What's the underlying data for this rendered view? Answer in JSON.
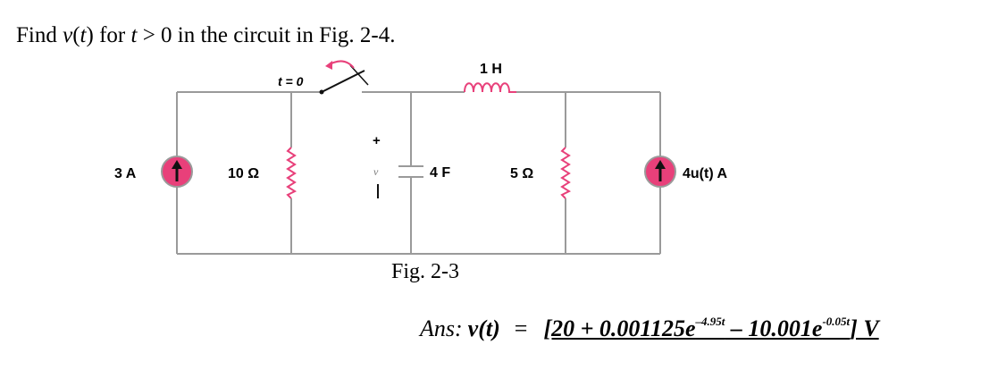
{
  "question": {
    "text_find": "Find",
    "func": "v",
    "paren_open": "(",
    "var_t": "t",
    "paren_close": ")",
    "text_mid": "for",
    "var_t2": "t",
    "text_end": "> 0 in the circuit in Fig. 2-4."
  },
  "circuit": {
    "switch_label": "t = 0",
    "inductor_label": "1 H",
    "source_left_label": "3 A",
    "resistor1_label": "10 Ω",
    "plus_sign": "+",
    "voltage_label": "v",
    "minus_sign": "–",
    "capacitor_label": "4 F",
    "resistor2_label": "5 Ω",
    "source_right_label": "4u(t) A",
    "colors": {
      "source_fill": "#e8407a",
      "component": "#e8407a",
      "wire": "#9a9a9a"
    }
  },
  "caption": "Fig. 2-3",
  "answer": {
    "label": "Ans:",
    "lhs": "v(t)",
    "equals": "=",
    "expr_a": "[20 + 0.001125e",
    "exp1": "–4.95t",
    "expr_b": " – 10.001e",
    "exp2": "-0.05t",
    "expr_c": "] V"
  }
}
